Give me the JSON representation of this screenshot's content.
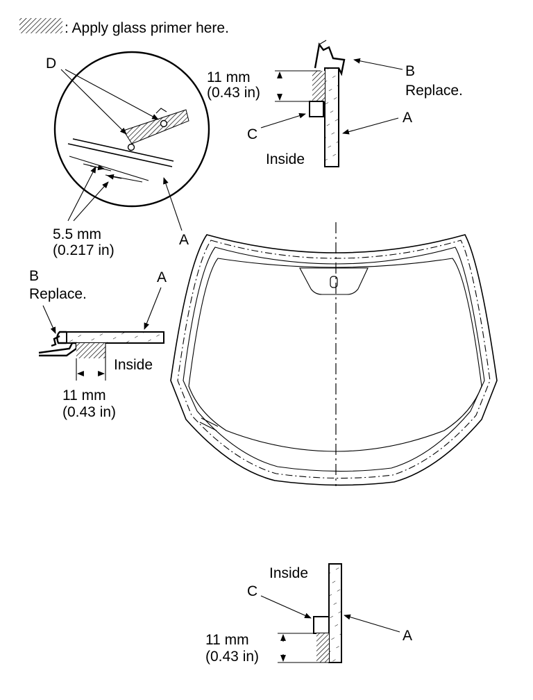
{
  "legend": {
    "icon": "hatch-swatch-icon",
    "text": ": Apply glass primer here."
  },
  "callout": {
    "d_label": "D",
    "dim_value": "5.5 mm",
    "dim_imperial": "(0.217 in)",
    "a_label": "A"
  },
  "top_section": {
    "dim_value": "11 mm",
    "dim_imperial": "(0.43 in)",
    "b_label": "B",
    "b_note": "Replace.",
    "a_label": "A",
    "c_label": "C",
    "inside_label": "Inside"
  },
  "side_section": {
    "b_label": "B",
    "b_note": "Replace.",
    "a_label": "A",
    "inside_label": "Inside",
    "dim_value": "11 mm",
    "dim_imperial": "(0.43 in)"
  },
  "bottom_section": {
    "inside_label": "Inside",
    "c_label": "C",
    "a_label": "A",
    "dim_value": "11 mm",
    "dim_imperial": "(0.43 in)"
  }
}
